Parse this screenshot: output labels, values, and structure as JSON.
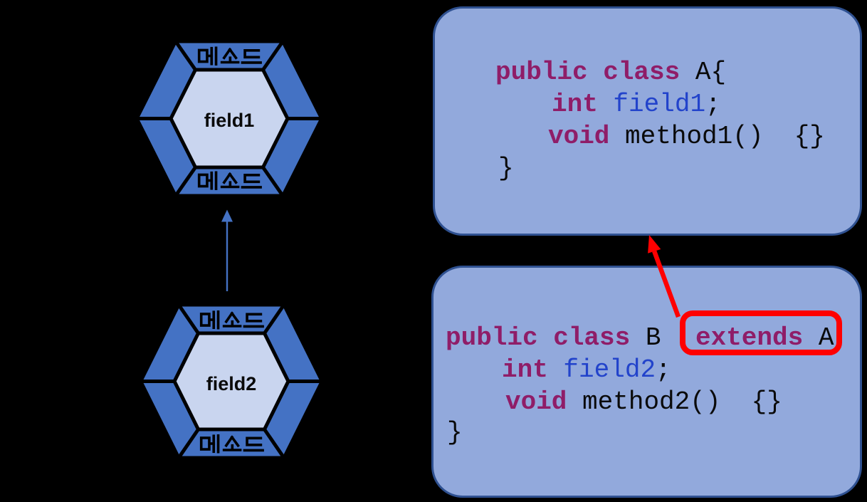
{
  "colors": {
    "background": "#000000",
    "hexagon_ring": "#4472C4",
    "hexagon_core": "#C9D5EF",
    "hexagon_outline": "#000000",
    "code_box_fill": "#92A9DC",
    "code_box_border": "#2F5191",
    "keyword_text": "#8F1D68",
    "field_identifier_text": "#2243CB",
    "plain_code_text": "#0A0A0A",
    "highlight_red": "#FF0000",
    "inheritance_arrow_blue": "#4472C4"
  },
  "hexagons": [
    {
      "id": "class-a-hexagon",
      "top_label": "메소드",
      "bottom_label": "메소드",
      "field_label": "field1"
    },
    {
      "id": "class-b-hexagon",
      "top_label": "메소드",
      "bottom_label": "메소드",
      "field_label": "field2"
    }
  ],
  "code_boxes": [
    {
      "id": "class-a-code",
      "lines": [
        {
          "segments": [
            {
              "text": "public class ",
              "style": "keyword"
            },
            {
              "text": "A{",
              "style": "plain"
            }
          ]
        },
        {
          "segments": [
            {
              "text": "int ",
              "style": "keyword"
            },
            {
              "text": "field1",
              "style": "field"
            },
            {
              "text": ";",
              "style": "plain"
            }
          ]
        },
        {
          "segments": [
            {
              "text": "void ",
              "style": "keyword"
            },
            {
              "text": "method1()  {}",
              "style": "plain"
            }
          ]
        },
        {
          "segments": [
            {
              "text": "}",
              "style": "plain"
            }
          ]
        }
      ]
    },
    {
      "id": "class-b-code",
      "lines": [
        {
          "segments": [
            {
              "text": "public class ",
              "style": "keyword"
            },
            {
              "text": "B",
              "style": "plain"
            }
          ]
        },
        {
          "segments": [
            {
              "text": "int ",
              "style": "keyword"
            },
            {
              "text": "field2",
              "style": "field"
            },
            {
              "text": ";",
              "style": "plain"
            }
          ]
        },
        {
          "segments": [
            {
              "text": "void ",
              "style": "keyword"
            },
            {
              "text": "method2()  {}",
              "style": "plain"
            }
          ]
        },
        {
          "segments": [
            {
              "text": "}",
              "style": "plain"
            }
          ]
        },
        {
          "segments": []
        }
      ],
      "extends_clause": {
        "keyword": "extends",
        "target": " A"
      }
    }
  ]
}
